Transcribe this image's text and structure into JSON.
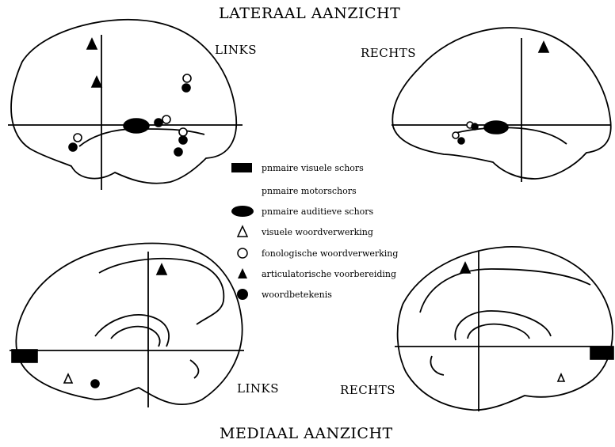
{
  "titles": {
    "lateral": "LATERAAL AANZICHT",
    "medial": "MEDIAAL AANZICHT"
  },
  "labels": {
    "lateral_left": "LINKS",
    "lateral_right": "RECHTS",
    "medial_left": "LINKS",
    "medial_right": "RECHTS"
  },
  "legend": [
    {
      "symbol": "filled-rectangle-icon",
      "label": "pnmaire visuele schors"
    },
    {
      "symbol": "none",
      "label": "pnmaire motorschors"
    },
    {
      "symbol": "filled-ellipse-icon",
      "label": "pnmaire auditieve schors"
    },
    {
      "symbol": "open-triangle-icon",
      "label": "visuele woordverwerking"
    },
    {
      "symbol": "open-circle-icon",
      "label": "fonologische woordverwerking"
    },
    {
      "symbol": "filled-triangle-icon",
      "label": "articulatorische voorbereiding"
    },
    {
      "symbol": "filled-circle-icon",
      "label": "woordbetekenis"
    }
  ],
  "colors": {
    "ink": "#000000",
    "background": "#ffffff"
  }
}
